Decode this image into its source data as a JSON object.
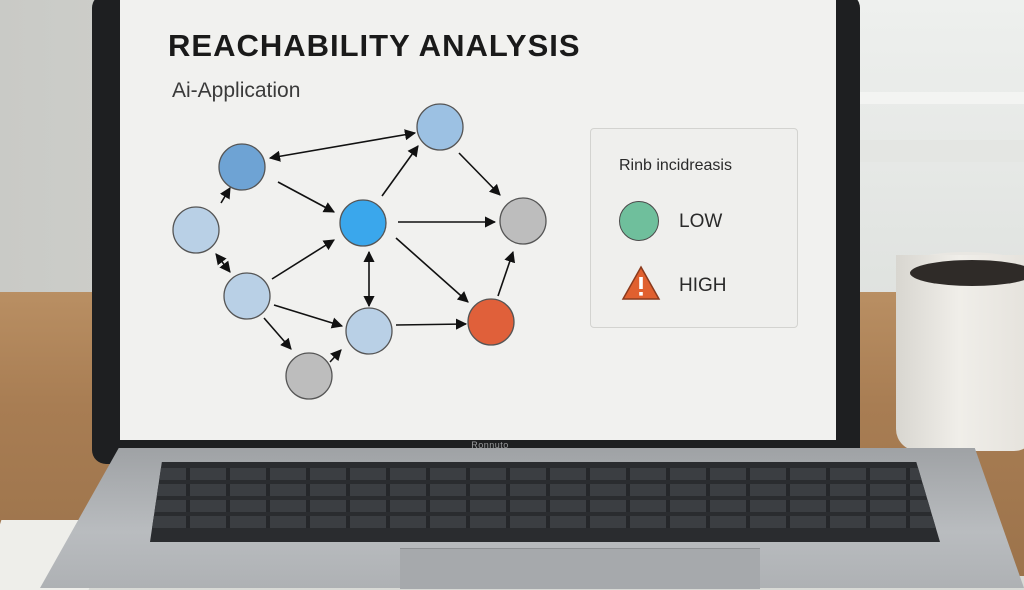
{
  "slide": {
    "title": "REACHABILITY ANALYSIS",
    "subtitle": "Ai-Application"
  },
  "legend": {
    "title": "Rinb incidreasis",
    "items": [
      {
        "label": "LOW",
        "icon": "green-circle-icon",
        "color": "#6fbf9c"
      },
      {
        "label": "HIGH",
        "icon": "warning-triangle-icon",
        "color": "#e0602f"
      }
    ]
  },
  "laptop": {
    "brand": "Ronnuto"
  },
  "colors": {
    "node_light_blue": "#b9d0e6",
    "node_mid_blue": "#6ea3d4",
    "node_bright_blue": "#3aa7ec",
    "node_gray": "#bdbdbd",
    "node_orange": "#e0603a"
  }
}
